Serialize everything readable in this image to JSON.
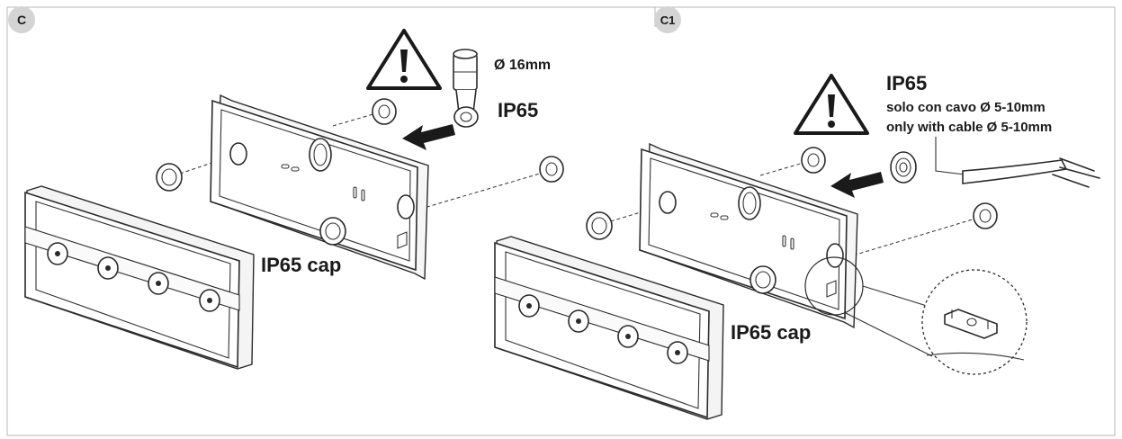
{
  "panel_c": {
    "badge": "C",
    "diameter_label": "Ø 16mm",
    "ip_label": "IP65",
    "cap_label": "IP65 cap"
  },
  "panel_c1": {
    "badge": "C1",
    "ip_label": "IP65",
    "cable_note_it": "solo con cavo Ø 5-10mm",
    "cable_note_en": "only with cable Ø 5-10mm",
    "cap_label": "IP65 cap"
  },
  "colors": {
    "badge_fill": "#d4d4d4",
    "arrow": "#1a1a1a",
    "frame_border": "#b8b8b8"
  },
  "icons": [
    "warning-triangle-icon",
    "push-arrow-icon",
    "grommet",
    "ip65-cap",
    "cable-gland",
    "cable"
  ]
}
